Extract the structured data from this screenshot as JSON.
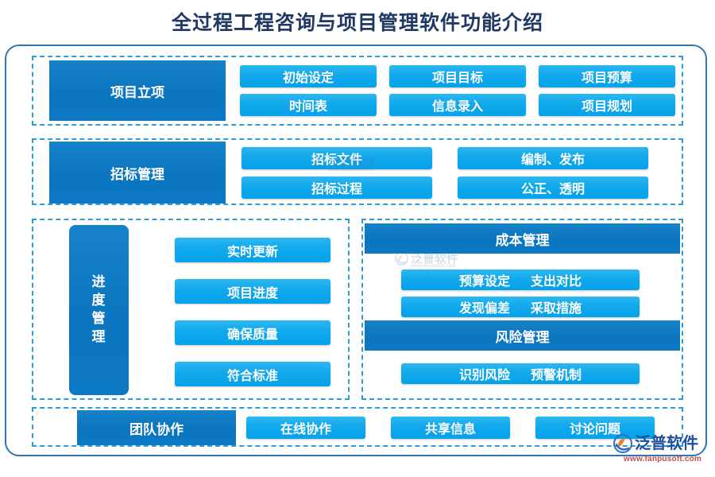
{
  "title": "全过程工程咨询与项目管理软件功能介绍",
  "sections": [
    {
      "id": "project-initiation",
      "header": "项目立项",
      "items": [
        "初始设定",
        "项目目标",
        "项目预算",
        "时间表",
        "信息录入",
        "项目规划"
      ]
    },
    {
      "id": "bidding-management",
      "header": "招标管理",
      "items": [
        "招标文件",
        "编制、发布",
        "招标过程",
        "公正、透明"
      ]
    },
    {
      "id": "progress-management",
      "header": "进度管理",
      "header_chars": [
        "进",
        "度",
        "管",
        "理"
      ],
      "items": [
        "实时更新",
        "项目进度",
        "确保质量",
        "符合标准"
      ]
    },
    {
      "id": "cost-management",
      "header": "成本管理",
      "items": [
        {
          "left": "预算设定",
          "right": "支出对比"
        },
        {
          "left": "发现偏差",
          "right": "采取措施"
        }
      ]
    },
    {
      "id": "risk-management",
      "header": "风险管理",
      "items": [
        {
          "left": "识别风险",
          "right": "预警机制"
        }
      ]
    },
    {
      "id": "team-collaboration",
      "header": "团队协作",
      "items": [
        "在线协作",
        "共享信息",
        "讨论问题"
      ]
    }
  ],
  "brand": {
    "name": "泛普软件",
    "url": "www.fanpusoft.com"
  },
  "colors": {
    "title": "#1f3864",
    "dark_block": "#0b75bf",
    "pill": "#12a8ec",
    "outer_border": "#2e75b6",
    "dashed_border": "#2e9bd8",
    "brand_name": "#1f4e9c",
    "brand_url": "#c0504d"
  }
}
